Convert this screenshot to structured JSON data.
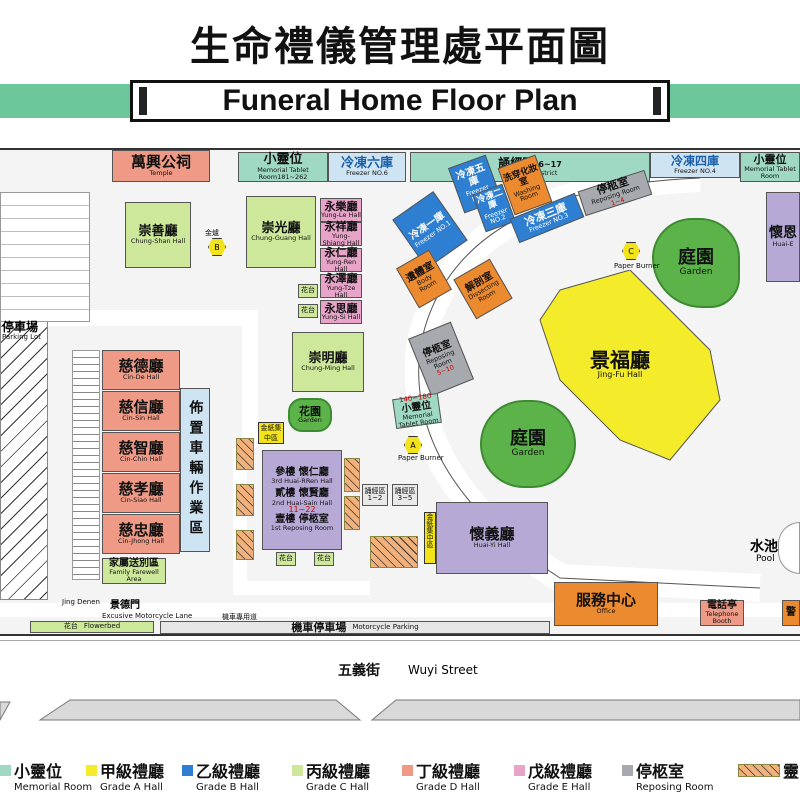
{
  "header": {
    "title_cn": "生命禮儀管理處平面圖",
    "title_en": "Funeral Home Floor Plan"
  },
  "buildings": {
    "temple": {
      "cn": "萬興公祠",
      "en": "Temple"
    },
    "memorial_tablet_top": {
      "cn": "小靈位",
      "en": "Memorial Tablet Room181~262"
    },
    "freezer6": {
      "cn": "冷凍六庫",
      "en": "Freezer NO.6"
    },
    "chanting": {
      "cn": "誦經區",
      "range": "6~17",
      "en": "Chanting District"
    },
    "freezer4": {
      "cn": "冷凍四庫",
      "en": "Freezer NO.4"
    },
    "memorial_right": {
      "cn": "小靈位",
      "en": "Memorial Tablet Room"
    },
    "freezer5": {
      "cn": "冷凍五庫",
      "en": "Freezer NO.5"
    },
    "freezer1": {
      "cn": "冷凍一庫",
      "en": "Freezer NO.1"
    },
    "freezer2": {
      "cn": "冷凍二庫",
      "en": "Freezer NO.2"
    },
    "freezer3": {
      "cn": "冷凍三庫",
      "en": "Freezer NO.3"
    },
    "washing": {
      "cn": "洗穿化妝室",
      "en": "Washing Room"
    },
    "reposing_top": {
      "cn": "停柩室",
      "range": "1~4",
      "en": "Reposing Room"
    },
    "chung_shan": {
      "cn": "崇善廳",
      "en": "Chung-Shan Hall"
    },
    "chung_guang": {
      "cn": "崇光廳",
      "en": "Chung-Guang Hall"
    },
    "yung_le": {
      "cn": "永樂廳",
      "en": "Yung-Le Hall"
    },
    "yung_shiang": {
      "cn": "永祥廳",
      "en": "Yung-Shiang Hall"
    },
    "yung_ren": {
      "cn": "永仁廳",
      "en": "Yung-Ren Hall"
    },
    "yung_tze": {
      "cn": "永澤廳",
      "en": "Yung-Tze Hall"
    },
    "yung_si": {
      "cn": "永思廳",
      "en": "Yung-Si Hall"
    },
    "flowerbed_small1": {
      "cn": "花台"
    },
    "flowerbed_small2": {
      "cn": "花台"
    },
    "chung_ming": {
      "cn": "崇明廳",
      "en": "Chung-Ming Hall"
    },
    "garden_small": {
      "cn": "花園",
      "en": "Garden"
    },
    "gold_burner_b": {
      "cn": "金爐",
      "tag": "B"
    },
    "gold_burner_c": {
      "cn": "金爐",
      "tag": "C",
      "en": "Paper Burner"
    },
    "gold_burner_a": {
      "cn": "金爐",
      "tag": "A",
      "en": "Paper Burner"
    },
    "paper_collect": {
      "cn": "金紙集中區"
    },
    "paper_collect2": {
      "cn": "金紙集中區"
    },
    "cin_de": {
      "cn": "慈德廳",
      "en": "Cin-De Hall"
    },
    "cin_sin": {
      "cn": "慈信廳",
      "en": "Cin-Sin Hall"
    },
    "cin_chin": {
      "cn": "慈智廳",
      "en": "Cin-Chin Hall"
    },
    "cin_siao": {
      "cn": "慈孝廳",
      "en": "Cin-Siao Hall"
    },
    "cin_jhong": {
      "cn": "慈忠廳",
      "en": "Cin-Jhong Hall"
    },
    "family_farewell": {
      "cn": "家屬送別區",
      "en": "Family Farewell Area"
    },
    "vehicle_area": {
      "cn": "佈置車輛作業區"
    },
    "parking_lot": {
      "cn": "停車場",
      "en": "Parking Lot"
    },
    "huai_ren": {
      "cn": "參樓 懷仁廳",
      "en": "3rd Huai-RRen Hall"
    },
    "huai_sian": {
      "cn": "貳樓 懷賢廳",
      "en": "2nd Huai-Sain Hall",
      "range": "11~22"
    },
    "reposing_1st": {
      "cn": "壹樓 停柩室",
      "en": "1st Reposing Room"
    },
    "chanting_small1": {
      "cn": "誦經區",
      "range": "1~2"
    },
    "chanting_small2": {
      "cn": "誦經區",
      "range": "3~5"
    },
    "memorial_mid": {
      "cn": "小靈位",
      "range": "140~180",
      "en": "Memorial Tablet Room"
    },
    "reposing_mid": {
      "cn": "停柩室",
      "range": "5~10",
      "en": "Reposing Room"
    },
    "dressing": {
      "cn": "解剖室",
      "en": "Dissecting Room"
    },
    "body_dressing": {
      "cn": "遺體室",
      "en": "Body Room"
    },
    "jing_fu": {
      "cn": "景福廳",
      "en": "Jing-Fu Hall"
    },
    "garden_top": {
      "cn": "庭園",
      "en": "Garden"
    },
    "garden_mid": {
      "cn": "庭園",
      "en": "Garden"
    },
    "huai_yi": {
      "cn": "懷義廳",
      "en": "Huai-Yi Hall"
    },
    "huai_e": {
      "cn": "懷恩",
      "en": "Huai-E"
    },
    "pool": {
      "cn": "水池",
      "en": "Pool"
    },
    "office": {
      "cn": "服務中心",
      "en": "Office"
    },
    "telephone": {
      "cn": "電話亭",
      "en": "Telephone Booth"
    },
    "police": {
      "cn": "警"
    },
    "jing_de_gate": {
      "cn": "景德門",
      "en": "Jing Denen"
    },
    "flowerbed": {
      "cn": "花台",
      "en": "Flowerbed"
    },
    "moto_lane": {
      "en": "Excusive Motorcycle Lane",
      "cn": "機車專用道"
    },
    "moto_parking": {
      "cn": "機車停車場",
      "en": "Motorcycle Parking"
    },
    "flowerbed_bottom1": {
      "cn": "花台"
    },
    "flowerbed_bottom2": {
      "cn": "花台"
    }
  },
  "street": {
    "cn": "五義街",
    "en": "Wuyi Street"
  },
  "legend": [
    {
      "cn": "小靈位",
      "en": "Memorial Room",
      "color": "#9fd9c4"
    },
    {
      "cn": "甲級禮廳",
      "en": "Grade A Hall",
      "color": "#f4ec2b"
    },
    {
      "cn": "乙級禮廳",
      "en": "Grade B Hall",
      "color": "#2e7fd1"
    },
    {
      "cn": "丙級禮廳",
      "en": "Grade C Hall",
      "color": "#cde89a"
    },
    {
      "cn": "丁級禮廳",
      "en": "Grade D Hall",
      "color": "#ef9a86"
    },
    {
      "cn": "戊級禮廳",
      "en": "Grade E Hall",
      "color": "#e7a3c8"
    },
    {
      "cn": "停柩室",
      "en": "Reposing Room",
      "color": "#a6a9ad"
    },
    {
      "cn": "靈",
      "en": "",
      "color": "#f2b07a"
    }
  ]
}
